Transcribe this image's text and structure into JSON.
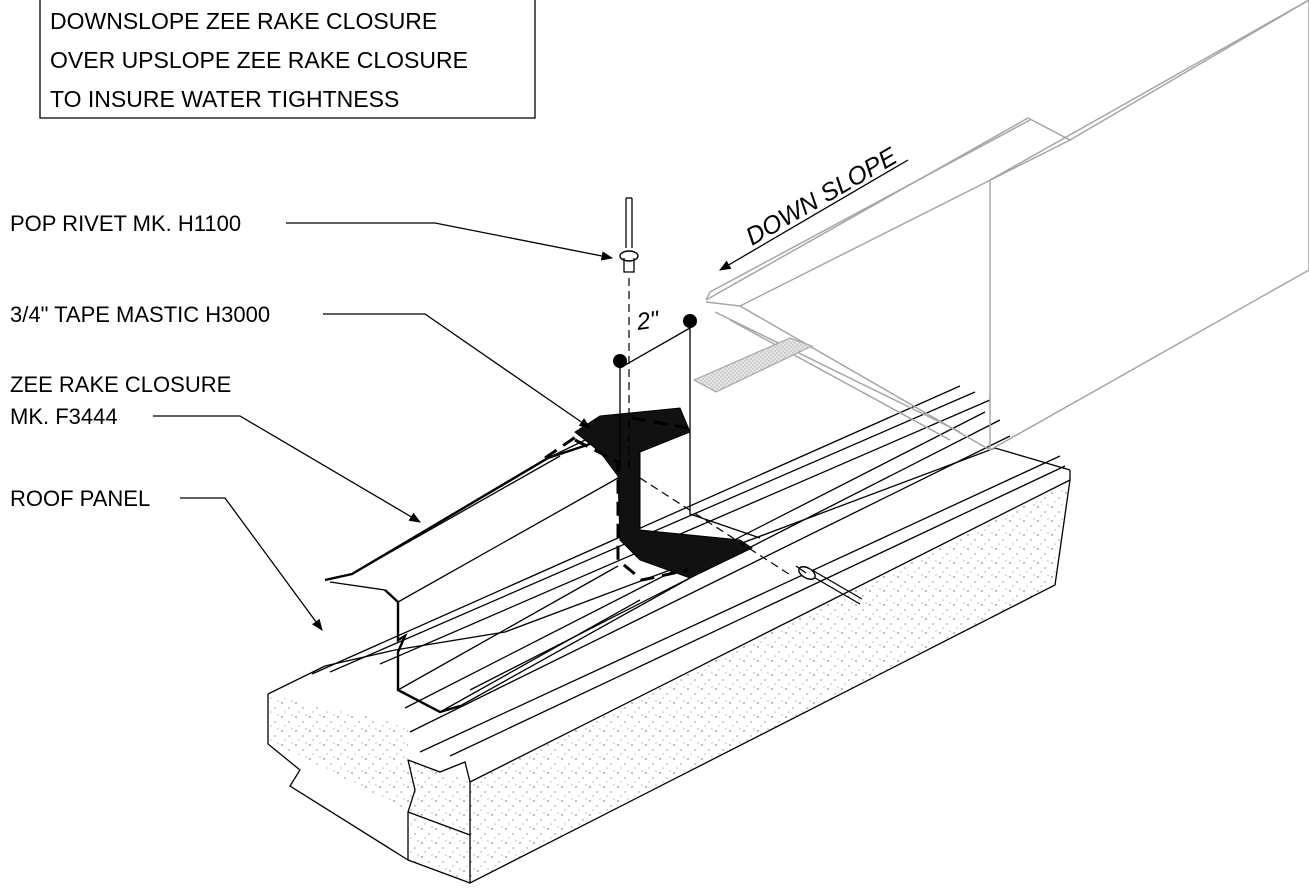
{
  "note_box": {
    "lines": [
      "DOWNSLOPE ZEE RAKE CLOSURE",
      "OVER UPSLOPE ZEE RAKE CLOSURE",
      "TO INSURE WATER TIGHTNESS"
    ]
  },
  "callouts": {
    "pop_rivet": "POP RIVET MK. H1100",
    "tape_mastic": "3/4\" TAPE MASTIC H3000",
    "zee_closure_line1": "ZEE RAKE CLOSURE",
    "zee_closure_line2": "MK. F3444",
    "roof_panel": "ROOF PANEL"
  },
  "dimension": {
    "overlap": "2\""
  },
  "slope_label": "DOWN SLOPE",
  "colors": {
    "line": "#000000",
    "ghost_line": "#a6a6a6",
    "mastic": "#111111",
    "tape_gray": "#cfcfcf"
  }
}
